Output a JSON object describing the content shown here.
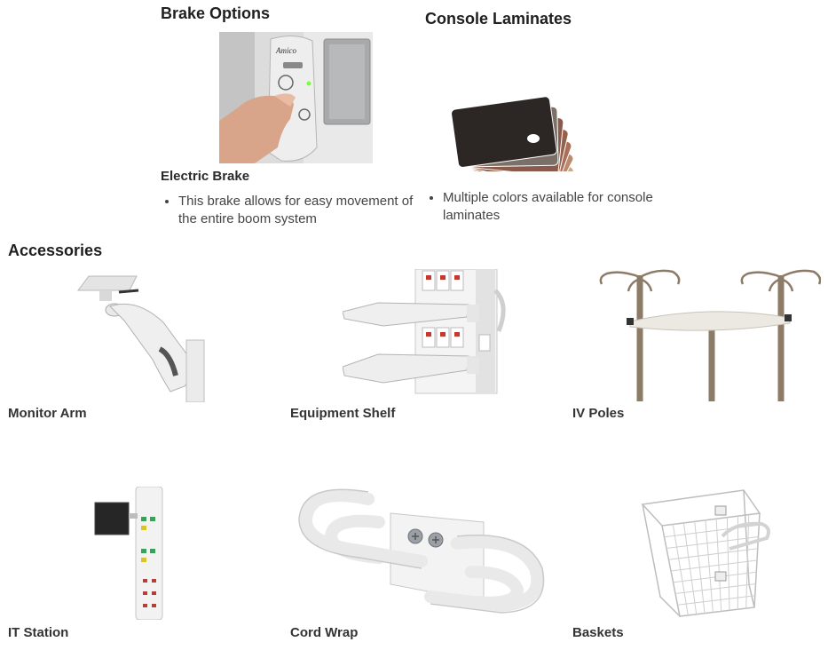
{
  "brake": {
    "title": "Brake Options",
    "subtitle": "Electric Brake",
    "bullet": "This brake allows for easy movement of the entire boom system",
    "logo_text": "Amico"
  },
  "laminates": {
    "title": "Console Laminates",
    "bullet": "Multiple colors available for console laminates",
    "colors": [
      "#e8eef3",
      "#efe6d2",
      "#e6d5ba",
      "#d7c2a2",
      "#c9a98a",
      "#b98a6e",
      "#a96f57",
      "#94624c",
      "#8a5a4a",
      "#7b7068",
      "#2c2624"
    ]
  },
  "accessories": {
    "title": "Accessories",
    "items": [
      {
        "label": "Monitor Arm"
      },
      {
        "label": "Equipment Shelf"
      },
      {
        "label": "IV Poles"
      },
      {
        "label": "IT Station"
      },
      {
        "label": "Cord Wrap"
      },
      {
        "label": "Baskets"
      }
    ]
  }
}
